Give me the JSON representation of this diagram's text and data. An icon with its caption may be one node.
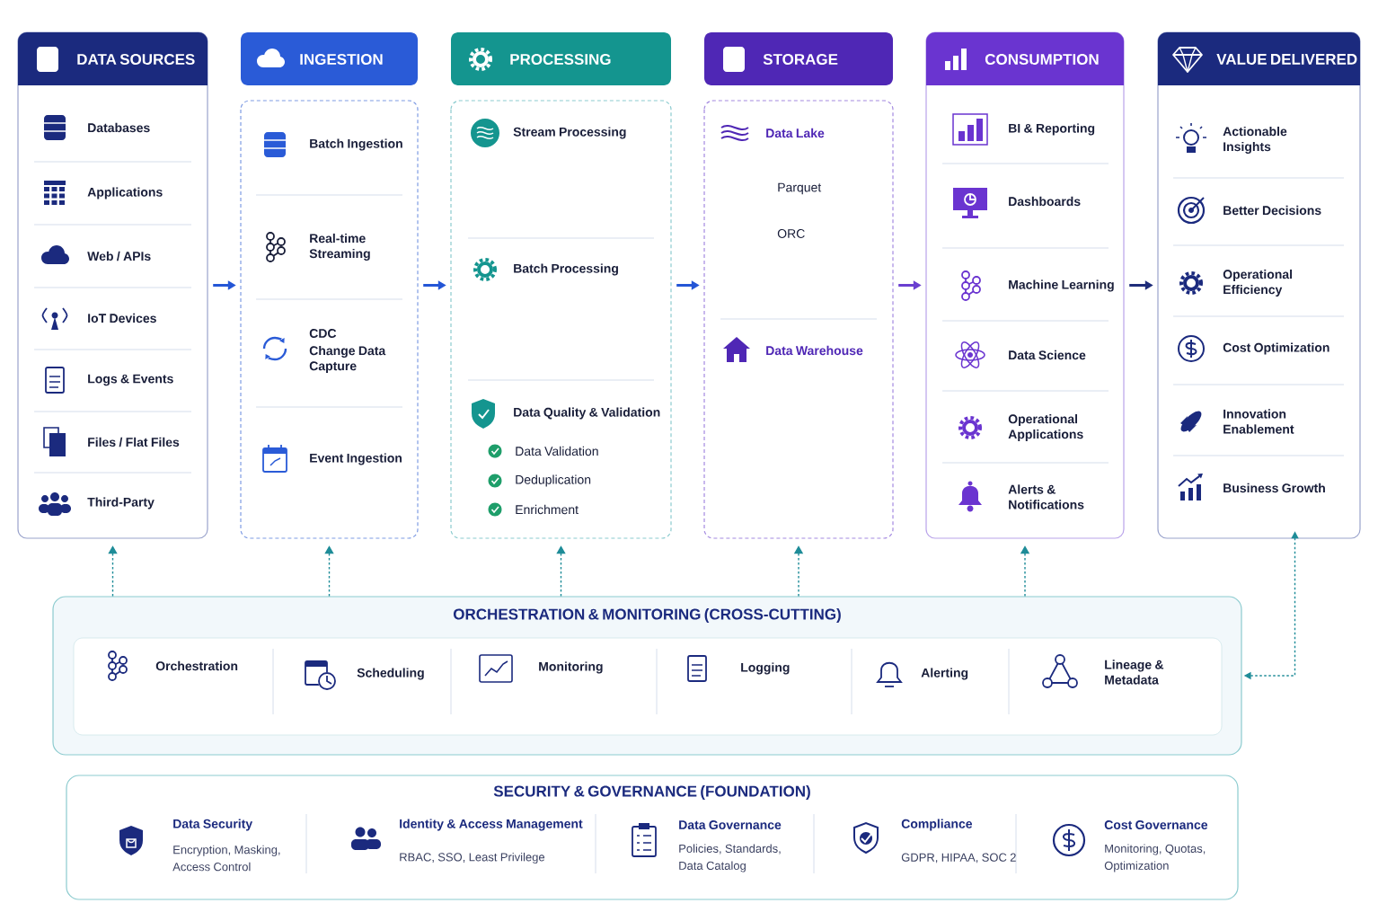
{
  "diagram": {
    "nodes": [
      {
        "text": [
          "DATA SOURCES"
        ]
      },
      {
        "text": [
          "Databases"
        ],
        "in": 0
      },
      {
        "text": [
          "Applications"
        ],
        "in": 0
      },
      {
        "text": [
          "Web / APIs"
        ],
        "in": 0
      },
      {
        "text": [
          "IoT Devices"
        ],
        "in": 0
      },
      {
        "text": [
          "Logs & Events"
        ],
        "in": 0
      },
      {
        "text": [
          "Files / Flat Files"
        ],
        "in": 0
      },
      {
        "text": [
          "Third-Party"
        ],
        "in": 0
      },
      {
        "text": [
          "INGESTION"
        ]
      },
      {
        "text": [
          "Batch Ingestion"
        ],
        "in": 8
      },
      {
        "text": [
          "Real-time Streaming"
        ],
        "in": 8
      },
      {
        "text": [
          "CDC",
          "Change Data Capture"
        ],
        "in": 8
      },
      {
        "text": [
          "Event Ingestion"
        ],
        "in": 8
      },
      {
        "text": [
          "PROCESSING"
        ]
      },
      {
        "text": [
          "Stream Processing"
        ],
        "in": 13
      },
      {
        "text": [
          "Batch Processing"
        ],
        "in": 13
      },
      {
        "text": [
          "Data Quality & Validation",
          "Data Validation",
          "Deduplication",
          "Enrichment"
        ],
        "in": 13
      },
      {
        "text": [
          "STORAGE"
        ]
      },
      {
        "text": [
          "Data Lake",
          "Parquet",
          "ORC"
        ],
        "in": 17
      },
      {
        "text": [
          "Data Warehouse"
        ],
        "in": 17
      },
      {
        "text": [
          "CONSUMPTION"
        ]
      },
      {
        "text": [
          "BI & Reporting"
        ],
        "in": 20
      },
      {
        "text": [
          "Dashboards"
        ],
        "in": 20
      },
      {
        "text": [
          "Machine Learning"
        ],
        "in": 20
      },
      {
        "text": [
          "Data Science"
        ],
        "in": 20
      },
      {
        "text": [
          "Operational Applications"
        ],
        "in": 20
      },
      {
        "text": [
          "Alerts & Notifications"
        ],
        "in": 20
      },
      {
        "text": [
          "VALUE DELIVERED"
        ]
      },
      {
        "text": [
          "Actionable Insights"
        ],
        "in": 27
      },
      {
        "text": [
          "Better Decisions"
        ],
        "in": 27
      },
      {
        "text": [
          "Operational Efficiency"
        ],
        "in": 27
      },
      {
        "text": [
          "Cost Optimization"
        ],
        "in": 27
      },
      {
        "text": [
          "Innovation Enablement"
        ],
        "in": 27
      },
      {
        "text": [
          "Business Growth"
        ],
        "in": 27
      },
      {
        "text": [
          "ORCHESTRATION & MONITORING (CROSS-CUTTING)"
        ]
      },
      {
        "text": [
          "Orchestration"
        ],
        "in": 34
      },
      {
        "text": [
          "Scheduling"
        ],
        "in": 34
      },
      {
        "text": [
          "Monitoring"
        ],
        "in": 34
      },
      {
        "text": [
          "Logging"
        ],
        "in": 34
      },
      {
        "text": [
          "Alerting"
        ],
        "in": 34
      },
      {
        "text": [
          "Lineage & Metadata"
        ],
        "in": 34
      },
      {
        "text": [
          "SECURITY & GOVERNANCE (FOUNDATION)"
        ]
      },
      {
        "text": [
          "Data Security",
          "Encryption, Masking, Access Control"
        ],
        "in": 41
      },
      {
        "text": [
          "Identity & Access Management",
          "RBAC, SSO, Least Privilege"
        ],
        "in": 41
      },
      {
        "text": [
          "Data Governance",
          "Policies, Standards, Data Catalog"
        ],
        "in": 41
      },
      {
        "text": [
          "Compliance",
          "GDPR, HIPAA, SOC 2"
        ],
        "in": 41
      },
      {
        "text": [
          "Cost Governance",
          "Monitoring, Quotas, Optimization"
        ],
        "in": 41
      }
    ],
    "edges": [
      {
        "from": 0,
        "to": 8,
        "arrow": "to",
        "color": "#2456d6"
      },
      {
        "from": 8,
        "to": 13,
        "arrow": "to",
        "color": "#2456d6"
      },
      {
        "from": 13,
        "to": 17,
        "arrow": "to",
        "color": "#2456d6"
      },
      {
        "from": 17,
        "to": 20,
        "arrow": "to",
        "color": "#6a3fd0"
      },
      {
        "from": 20,
        "to": 27,
        "arrow": "to",
        "color": "#1f2d7a"
      },
      {
        "from": 34,
        "to": 0,
        "arrow": "to",
        "style": "dashed",
        "color": "#1e8c98"
      },
      {
        "from": 34,
        "to": 8,
        "arrow": "to",
        "style": "dashed",
        "color": "#1e8c98"
      },
      {
        "from": 34,
        "to": 13,
        "arrow": "to",
        "style": "dashed",
        "color": "#1e8c98"
      },
      {
        "from": 34,
        "to": 17,
        "arrow": "to",
        "style": "dashed",
        "color": "#1e8c98"
      },
      {
        "from": 34,
        "to": 20,
        "arrow": "to",
        "style": "dashed",
        "color": "#1e8c98"
      },
      {
        "from": 34,
        "to": 27,
        "arrow": "both",
        "style": "dashed",
        "color": "#1e8c98"
      }
    ]
  }
}
